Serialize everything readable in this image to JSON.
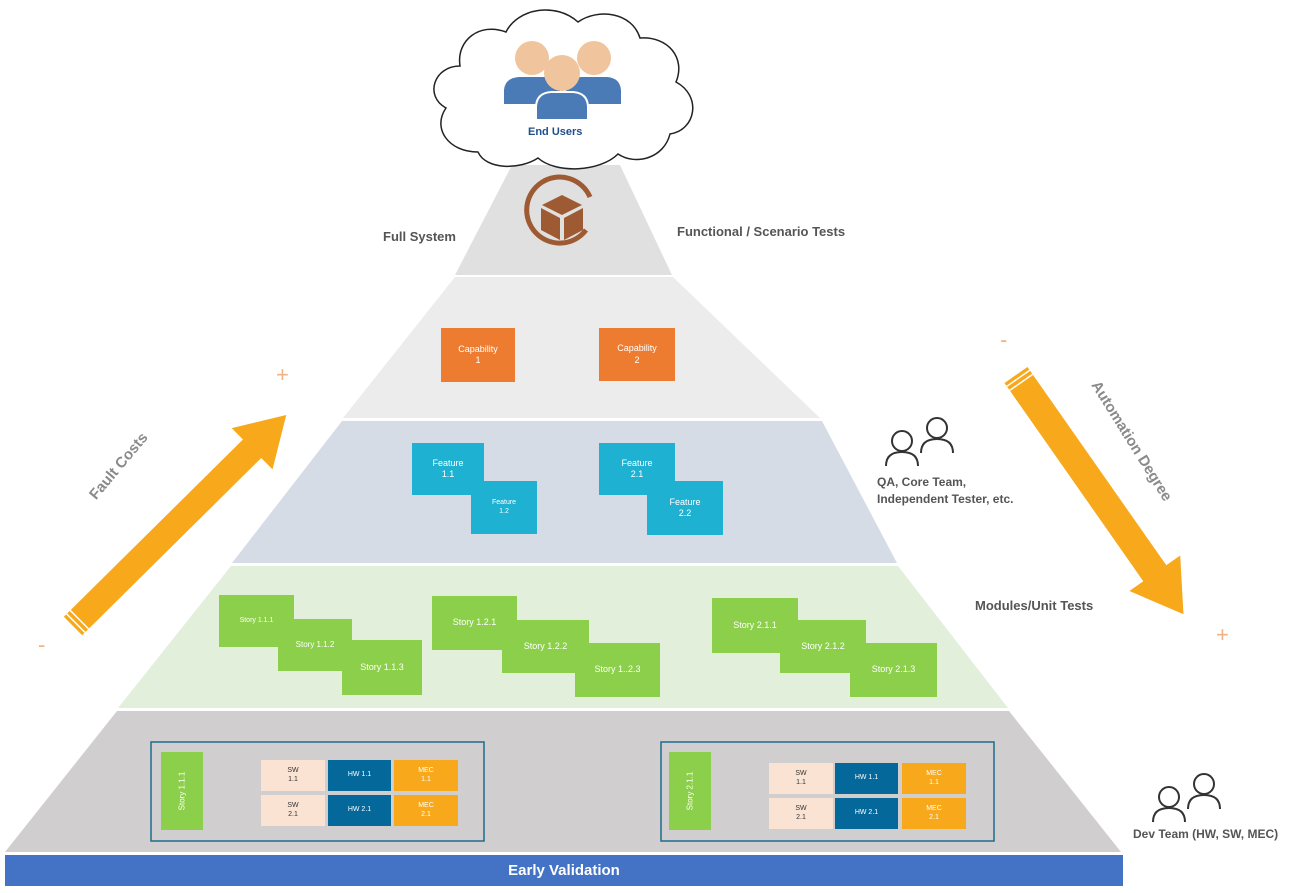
{
  "colors": {
    "layer_top": "#e0e0e0",
    "layer_capability": "#ececec",
    "layer_feature": "#d6dce6",
    "layer_story": "#e2efdb",
    "layer_base": "#d0cece",
    "early_bar": "#4472c4",
    "arrow": "#f8a81b",
    "capability": "#ee7c30",
    "feature": "#1eb1d2",
    "story": "#8ccf4a",
    "sw": "#fbe3d4",
    "hw": "#04699a",
    "mec": "#f8a81b",
    "cloud_people": "#4a7bb7",
    "cloud_heads": "#f0c49c",
    "box_icon": "#9e5a33",
    "plus_minus": "#f4b183"
  },
  "cloud": {
    "label": "End Users",
    "icon": "users-group-icon"
  },
  "top_layer": {
    "icon": "package-box-icon",
    "left_label": "Full System",
    "right_label": "Functional / Scenario Tests"
  },
  "capabilities": [
    {
      "line1": "Capability",
      "line2": "1"
    },
    {
      "line1": "Capability",
      "line2": "2"
    }
  ],
  "features": [
    {
      "line1": "Feature",
      "line2": "1.1"
    },
    {
      "line1": "Feature",
      "line2": "1.2"
    },
    {
      "line1": "Feature",
      "line2": "2.1"
    },
    {
      "line1": "Feature",
      "line2": "2.2"
    }
  ],
  "stories": [
    {
      "label": "Story 1.1.1"
    },
    {
      "label": "Story 1.1.2"
    },
    {
      "label": "Story 1.1.3"
    },
    {
      "label": "Story 1.2.1"
    },
    {
      "label": "Story 1.2.2"
    },
    {
      "label": "Story 1..2.3"
    },
    {
      "label": "Story 2.1.1"
    },
    {
      "label": "Story 2.1.2"
    },
    {
      "label": "Story 2.1.3"
    }
  ],
  "modules_label": "Modules/Unit Tests",
  "qa_team": {
    "icon": "developers-icon",
    "line1": "QA, Core Team,",
    "line2": "Independent Tester, etc."
  },
  "dev_team": {
    "icon": "developers-icon",
    "label": "Dev Team (HW, SW, MEC)"
  },
  "base_groups": [
    {
      "story": "Story 1.1.1",
      "cells": [
        {
          "line1": "SW",
          "line2": "1.1"
        },
        {
          "line1": "HW 1.1",
          "line2": ""
        },
        {
          "line1": "MEC",
          "line2": "1.1"
        },
        {
          "line1": "SW",
          "line2": "2.1"
        },
        {
          "line1": "HW 2.1",
          "line2": ""
        },
        {
          "line1": "MEC",
          "line2": "2.1"
        }
      ]
    },
    {
      "story": "Story 2.1.1",
      "cells": [
        {
          "line1": "SW",
          "line2": "1.1"
        },
        {
          "line1": "HW 1.1",
          "line2": ""
        },
        {
          "line1": "MEC",
          "line2": "1.1"
        },
        {
          "line1": "SW",
          "line2": "2.1"
        },
        {
          "line1": "HW 2.1",
          "line2": ""
        },
        {
          "line1": "MEC",
          "line2": "2.1"
        }
      ]
    }
  ],
  "fault_costs": {
    "label": "Fault Costs",
    "plus": "+",
    "minus": "-"
  },
  "automation": {
    "label": "Automation Degree",
    "plus": "+",
    "minus": "-"
  },
  "early_validation": "Early Validation"
}
